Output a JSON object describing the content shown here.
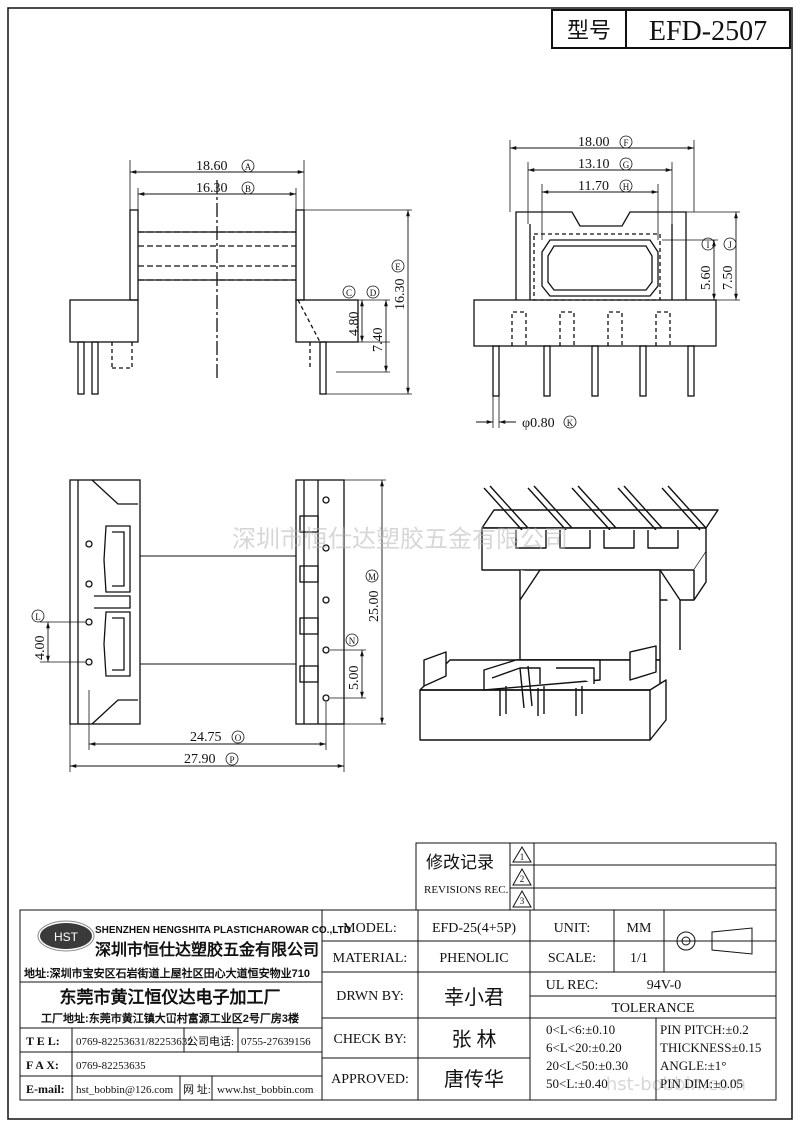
{
  "title_block": {
    "model_label": "型号",
    "model_value": "EFD-2507"
  },
  "watermark": "深圳市恒仕达塑胶五金有限公司",
  "watermark_url": "hst-bobbin.com",
  "dimensions": {
    "A": {
      "value": "18.60",
      "tag": "A"
    },
    "B": {
      "value": "16.30",
      "tag": "B"
    },
    "C": {
      "value": "4.80",
      "tag": "C"
    },
    "D": {
      "value": "7.40",
      "tag": "D"
    },
    "E": {
      "value": "16.30",
      "tag": "E"
    },
    "F": {
      "value": "18.00",
      "tag": "F"
    },
    "G": {
      "value": "13.10",
      "tag": "G"
    },
    "H": {
      "value": "11.70",
      "tag": "H"
    },
    "I": {
      "value": "5.60",
      "tag": "I"
    },
    "J": {
      "value": "7.50",
      "tag": "J"
    },
    "K": {
      "value": "φ0.80",
      "tag": "K"
    },
    "L": {
      "value": "4.00",
      "tag": "L"
    },
    "M": {
      "value": "25.00",
      "tag": "M"
    },
    "N": {
      "value": "5.00",
      "tag": "N"
    },
    "O": {
      "value": "24.75",
      "tag": "O"
    },
    "P": {
      "value": "27.90",
      "tag": "P"
    }
  },
  "revisions": {
    "label_cn": "修改记录",
    "label_en": "REVISIONS REC.",
    "marks": [
      "1",
      "2",
      "3"
    ]
  },
  "company": {
    "name_en": "SHENZHEN HENGSHITA PLASTICHAROWAR CO.,LTD",
    "name_cn": "深圳市恒仕达塑胶五金有限公司",
    "address": "地址:深圳市宝安区石岩街道上屋社区田心大道恒安物业710",
    "logo_text": "HST",
    "factory_name": "东莞市黄江恒仪达电子加工厂",
    "factory_address": "工厂地址:东莞市黄江镇大冚村富源工业区2号厂房3楼",
    "tel_label": "T E L:",
    "tel": "0769-82253631/82253632",
    "company_phone_label": "公司电话:",
    "company_phone": "0755-27639156",
    "fax_label": "F A X:",
    "fax": "0769-82253635",
    "email_label": "E-mail:",
    "email": "hst_bobbin@126.com",
    "web_label": "网 址:",
    "web": "www.hst_bobbin.com"
  },
  "spec": {
    "model_label": "MODEL:",
    "model": "EFD-25(4+5P)",
    "unit_label": "UNIT:",
    "unit": "MM",
    "material_label": "MATERIAL:",
    "material": "PHENOLIC",
    "scale_label": "SCALE:",
    "scale": "1/1",
    "drawn_label": "DRWN BY:",
    "drawn": "幸小君",
    "ul_label": "UL REC:",
    "ul": "94V-0",
    "check_label": "CHECK BY:",
    "check": "张 林",
    "tolerance_label": "TOLERANCE",
    "approved_label": "APPROVED:",
    "approved": "唐传华",
    "tolerances": [
      "0<L<6:±0.10",
      "6<L<20:±0.20",
      "20<L<50:±0.30",
      "50<L:±0.40"
    ],
    "pin_specs": [
      "PIN PITCH:±0.2",
      "THICKNESS±0.15",
      "ANGLE:±1°",
      "PIN DIM:±0.05"
    ]
  }
}
